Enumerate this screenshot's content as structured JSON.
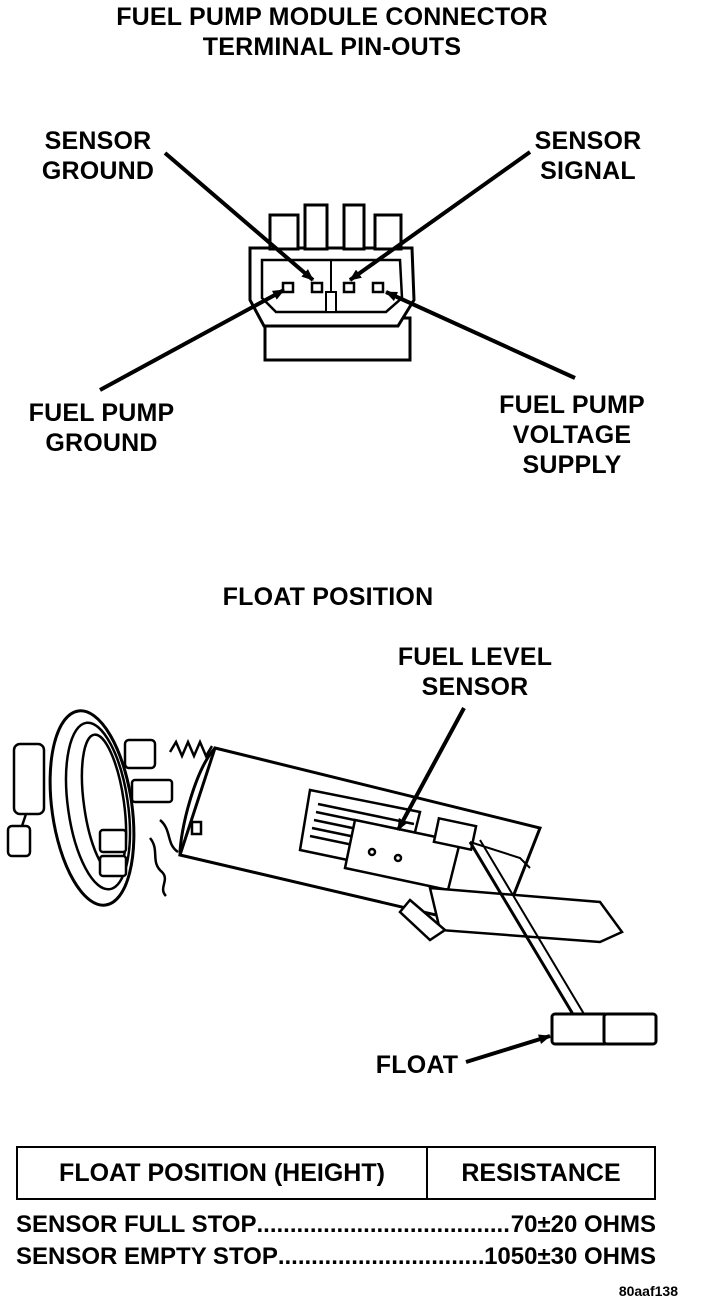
{
  "connector_title": {
    "line1": "FUEL PUMP MODULE CONNECTOR",
    "line2": "TERMINAL PIN-OUTS"
  },
  "pin_labels": {
    "sensor_ground": [
      "SENSOR",
      "GROUND"
    ],
    "sensor_signal": [
      "SENSOR",
      "SIGNAL"
    ],
    "fuel_pump_ground": [
      "FUEL PUMP",
      "GROUND"
    ],
    "fuel_pump_voltage_supply": [
      "FUEL PUMP",
      "VOLTAGE",
      "SUPPLY"
    ]
  },
  "float_title": "FLOAT POSITION",
  "assembly_labels": {
    "fuel_level_sensor": [
      "FUEL LEVEL",
      "SENSOR"
    ],
    "float": "FLOAT"
  },
  "table": {
    "header_position": "FLOAT POSITION (HEIGHT)",
    "header_resistance": "RESISTANCE",
    "rows": [
      {
        "position": "SENSOR FULL STOP",
        "resistance": "70±20 OHMS"
      },
      {
        "position": "SENSOR EMPTY STOP",
        "resistance": "1050±30 OHMS"
      }
    ]
  },
  "figure_id": "80aaf138"
}
